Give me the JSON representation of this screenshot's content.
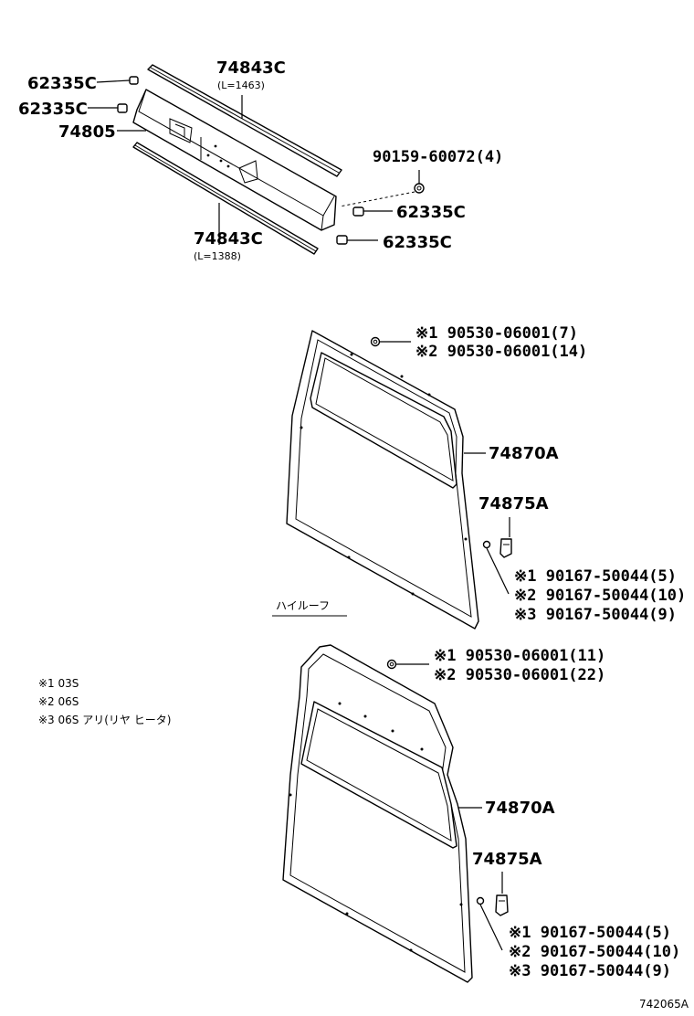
{
  "colors": {
    "ink": "#000000",
    "paper": "#ffffff"
  },
  "top_group": {
    "labels": {
      "rail_upper": "74843C",
      "rail_upper_len": "(L=1463)",
      "cap_1": "62335C",
      "cap_2": "62335C",
      "bracket": "74805",
      "bolt": "90159-60072(4)",
      "cap_3": "62335C",
      "cap_4": "62335C",
      "rail_lower": "74843C",
      "rail_lower_len": "(L=1388)"
    }
  },
  "mid_group": {
    "variant_label": "ハイルーフ",
    "screw_line_1": "※1 90530-06001(7)",
    "screw_line_2": "※2 90530-06001(14)",
    "panel": "74870A",
    "clip": "74875A",
    "clip_line_1": "※1 90167-50044(5)",
    "clip_line_2": "※2 90167-50044(10)",
    "clip_line_3": "※3 90167-50044(9)"
  },
  "bottom_group": {
    "screw_line_1": "※1 90530-06001(11)",
    "screw_line_2": "※2 90530-06001(22)",
    "panel": "74870A",
    "clip": "74875A",
    "clip_line_1": "※1 90167-50044(5)",
    "clip_line_2": "※2 90167-50044(10)",
    "clip_line_3": "※3 90167-50044(9)"
  },
  "notes": [
    "※1 03S",
    "※2 06S",
    "※3 06S アリ(リヤ ヒータ)"
  ],
  "figure_id": "742065A"
}
